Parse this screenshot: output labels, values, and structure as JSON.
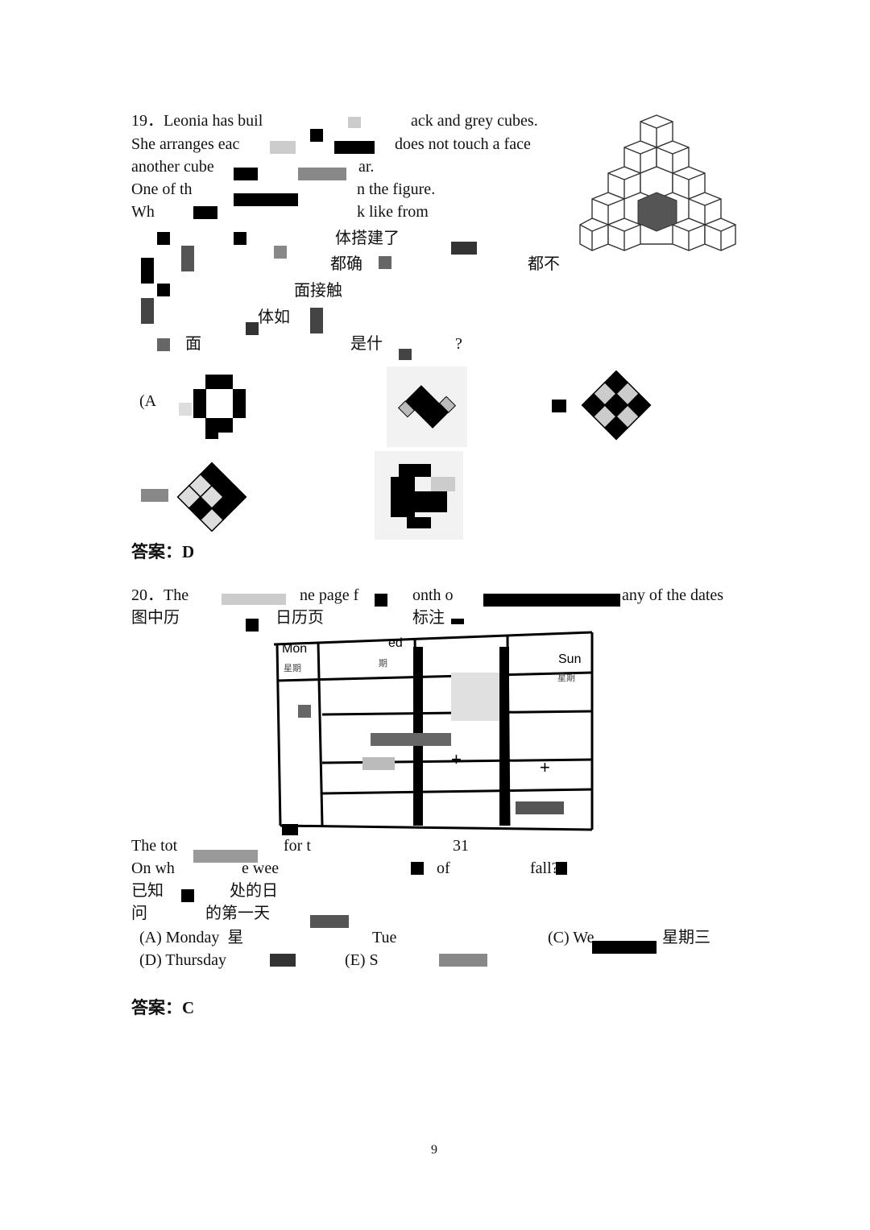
{
  "q19": {
    "lines": [
      "19．Leonia has buil",
      "ack and grey cubes.",
      "She arranges eac",
      "does not touch a face",
      "another cube",
      "ar.",
      "One of th",
      "n the figure.",
      "Wh",
      "k like from",
      "体搭建了",
      "都确",
      "都不",
      "面接触",
      "体如",
      "面",
      "是什",
      "?"
    ],
    "option_a_label": "(A",
    "answer": "答案：D"
  },
  "q20": {
    "lines": [
      "20．The",
      "ne page f",
      "onth o",
      "any of the dates",
      "图中历",
      "日历页",
      "标注",
      "The tot",
      "for t",
      "31",
      "On wh",
      "e wee",
      "of",
      "fall?",
      "已知",
      "处的日",
      "问",
      "的第一天"
    ],
    "calendar_headers": [
      "Mon",
      "星期",
      "ed",
      "期",
      "Sun",
      "星期"
    ],
    "options": [
      "(A) Monday  星",
      "Tue",
      "(C) We",
      "星期三",
      "(D) Thursday",
      "(E) S"
    ],
    "answer": "答案：C"
  },
  "page_number": "9"
}
